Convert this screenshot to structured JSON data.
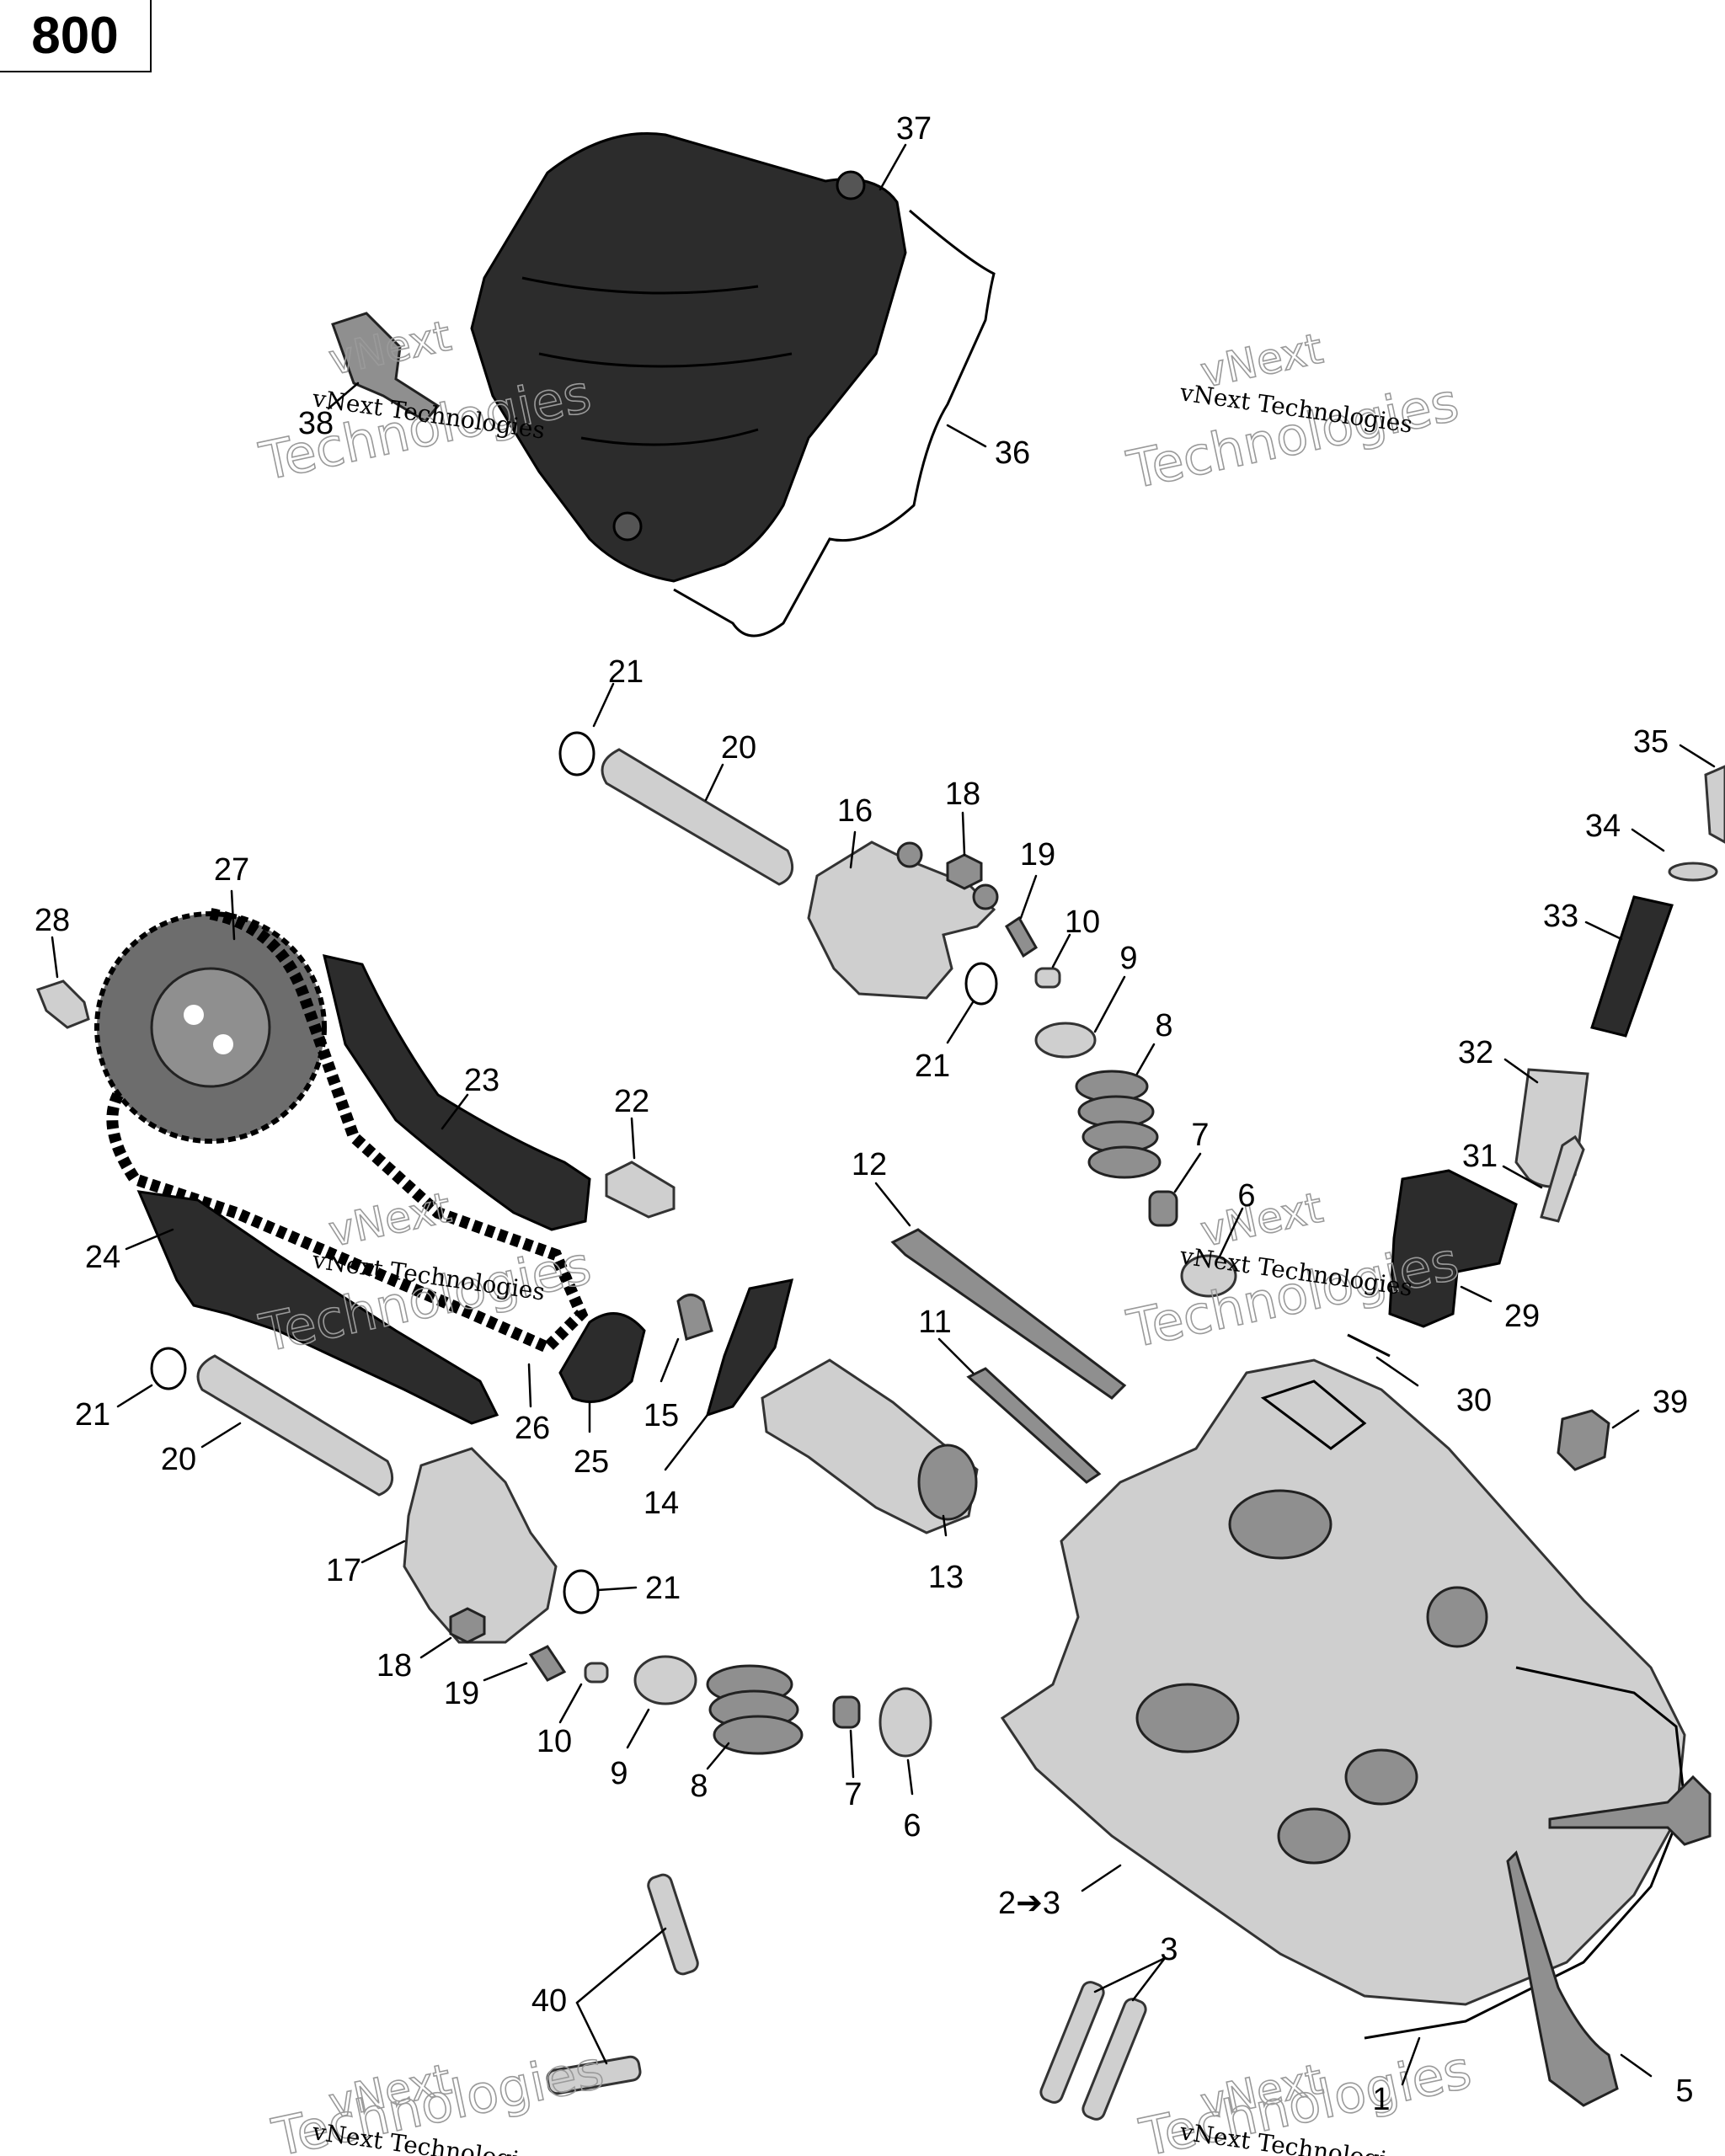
{
  "badge": {
    "text": "800"
  },
  "watermark": {
    "small_text": "vNext Technologies",
    "large_line1": "vNext",
    "large_line2": "Technologies"
  },
  "callouts": [
    {
      "id": "c37",
      "label": "37"
    },
    {
      "id": "c38",
      "label": "38"
    },
    {
      "id": "c36",
      "label": "36"
    },
    {
      "id": "c21a",
      "label": "21"
    },
    {
      "id": "c20a",
      "label": "20"
    },
    {
      "id": "c16",
      "label": "16"
    },
    {
      "id": "c18a",
      "label": "18"
    },
    {
      "id": "c19a",
      "label": "19"
    },
    {
      "id": "c10a",
      "label": "10"
    },
    {
      "id": "c9a",
      "label": "9"
    },
    {
      "id": "c21b",
      "label": "21"
    },
    {
      "id": "c8a",
      "label": "8"
    },
    {
      "id": "c7a",
      "label": "7"
    },
    {
      "id": "c6a",
      "label": "6"
    },
    {
      "id": "c35",
      "label": "35"
    },
    {
      "id": "c34",
      "label": "34"
    },
    {
      "id": "c33",
      "label": "33"
    },
    {
      "id": "c32",
      "label": "32"
    },
    {
      "id": "c31",
      "label": "31"
    },
    {
      "id": "c29",
      "label": "29"
    },
    {
      "id": "c30",
      "label": "30"
    },
    {
      "id": "c39",
      "label": "39"
    },
    {
      "id": "c27",
      "label": "27"
    },
    {
      "id": "c28",
      "label": "28"
    },
    {
      "id": "c23",
      "label": "23"
    },
    {
      "id": "c22",
      "label": "22"
    },
    {
      "id": "c24",
      "label": "24"
    },
    {
      "id": "c12",
      "label": "12"
    },
    {
      "id": "c11",
      "label": "11"
    },
    {
      "id": "c26",
      "label": "26"
    },
    {
      "id": "c25",
      "label": "25"
    },
    {
      "id": "c15",
      "label": "15"
    },
    {
      "id": "c14",
      "label": "14"
    },
    {
      "id": "c13",
      "label": "13"
    },
    {
      "id": "c21c",
      "label": "21"
    },
    {
      "id": "c20b",
      "label": "20"
    },
    {
      "id": "c17",
      "label": "17"
    },
    {
      "id": "c21d",
      "label": "21"
    },
    {
      "id": "c18b",
      "label": "18"
    },
    {
      "id": "c19b",
      "label": "19"
    },
    {
      "id": "c10b",
      "label": "10"
    },
    {
      "id": "c9b",
      "label": "9"
    },
    {
      "id": "c8b",
      "label": "8"
    },
    {
      "id": "c7b",
      "label": "7"
    },
    {
      "id": "c6b",
      "label": "6"
    },
    {
      "id": "c23b",
      "label": "2➔3"
    },
    {
      "id": "c3",
      "label": "3"
    },
    {
      "id": "c40",
      "label": "40"
    },
    {
      "id": "c1",
      "label": "1"
    },
    {
      "id": "c5",
      "label": "5"
    }
  ]
}
